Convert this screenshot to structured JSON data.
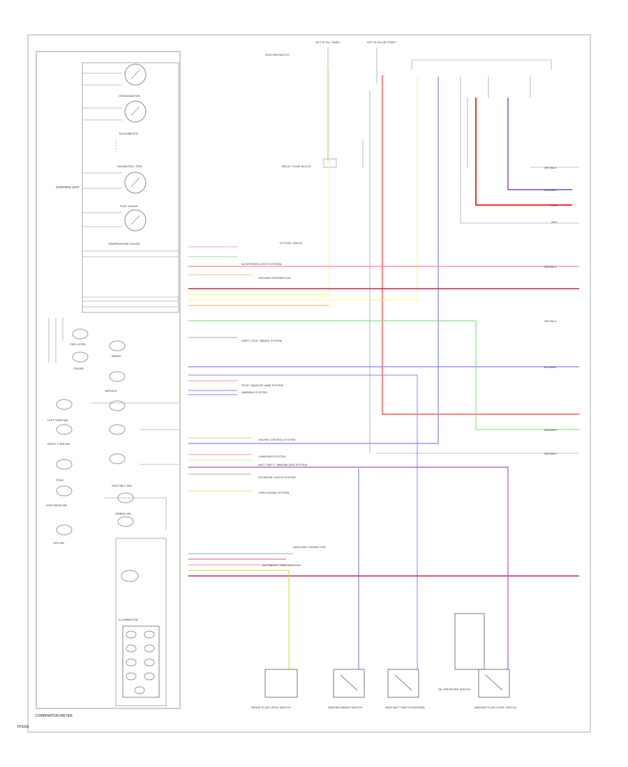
{
  "diagram": {
    "footer_code": "TP0065",
    "combination_meter_label": "COMBINATION METER",
    "gauges": [
      "SPEEDOMETER",
      "TACHOMETER",
      "ODOMETER / TRIP",
      "FUEL GAUGE",
      "TEMPERATURE GAUGE"
    ],
    "control_unit_label": "CONTROL UNIT",
    "indicators": [
      "FUEL LEVEL",
      "BRAKE",
      "CRUISE",
      "SERVICE",
      "LEFT TURN IND",
      "RIGHT TURN IND",
      "TPMS",
      "HIGH BEAM IND",
      "SEAT BELT IND",
      "AIRBAG IND",
      "SRS IND",
      "ILLUMINATION"
    ],
    "top_labels": [
      "HOT AT ALL TIMES",
      "HOT IN ON OR START"
    ],
    "ignition_label": "IGNITION SWITCH",
    "connector_labels": [
      "GRY/BLK",
      "BLU/RED",
      "RED",
      "GRY",
      "RED/BLK",
      "GRY/BLU",
      "BLU/WHT",
      "RED/WHT",
      "WHT/BLU"
    ],
    "system_labels": [
      "TO FUSE / RELAY",
      "IN INTERIOR LIGHTS SYSTEM",
      "GROUND DISTRIBUTION",
      "RELAY / FUSE BLOCK",
      "SHIFT LOCK / BRAKE SYSTEM",
      "STOP / BACKUP LAMP SYSTEM",
      "WARNING SYSTEM",
      "CRUISE CONTROL SYSTEM",
      "CHARGING SYSTEM",
      "ANTI-THEFT / IMMOBILIZER SYSTEM",
      "EXTERIOR LIGHTS SYSTEM",
      "TURN SIGNAL SYSTEM",
      "DATA LINK CONNECTOR",
      "AUTOMATIC TRANSMISSION"
    ],
    "bottom_components": [
      "BRAKE FLUID LEVEL SWITCH",
      "PARKING BRAKE SWITCH",
      "SEAT BELT SWITCH (DRIVER)",
      "OIL PRESSURE SWITCH",
      "WASHER FLUID LEVEL SWITCH"
    ],
    "wire_colors": {
      "red": "#ff2a2a",
      "yellow": "#ffff66",
      "blue": "#8080ff",
      "green": "#5ee85e",
      "purple": "#9955cc",
      "orange": "#ffaa55",
      "dark_red": "#d02040",
      "gray": "#888888"
    }
  }
}
